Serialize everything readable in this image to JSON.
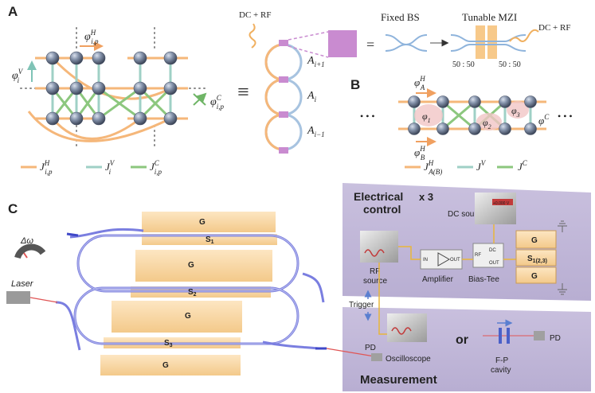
{
  "panels": {
    "A": "A",
    "B": "B",
    "C": "C"
  },
  "panel_a": {
    "phi_h": "φ",
    "phi_h_sup": "H",
    "phi_h_sub": "i,p",
    "phi_v": "φ",
    "phi_v_sup": "V",
    "phi_v_sub": "i",
    "phi_c": "φ",
    "phi_c_sup": "C",
    "phi_c_sub": "i,p",
    "equiv": "≡",
    "dc_rf_left": "DC + RF",
    "a_top": "A",
    "a_top_sub": "i+1",
    "a_mid": "A",
    "a_mid_sub": "i",
    "a_bot": "A",
    "a_bot_sub": "i−1",
    "equals": "=",
    "fixed_bs": "Fixed BS",
    "tunable_mzi": "Tunable MZI",
    "dc_rf_right": "DC + RF",
    "ratio_left": "50 : 50",
    "ratio_right": "50 : 50",
    "legend": [
      {
        "sym": "J",
        "sup": "H",
        "sub": "i,p",
        "color": "#f5b77a"
      },
      {
        "sym": "J",
        "sup": "V",
        "sub": "i",
        "color": "#9fd0c6"
      },
      {
        "sym": "J",
        "sup": "C",
        "sub": "i,p",
        "color": "#8cc77e"
      }
    ]
  },
  "panel_b": {
    "phi_a": "φ",
    "phi_a_sup": "H",
    "phi_a_sub": "A",
    "phi_b": "φ",
    "phi_b_sup": "H",
    "phi_b_sub": "B",
    "phi1": "φ",
    "phi1_sub": "1",
    "phi2": "φ",
    "phi2_sub": "2",
    "phi3": "φ",
    "phi3_sub": "3",
    "phi_c": "φ",
    "phi_c_sup": "C",
    "dots": "• • •",
    "legend": [
      {
        "sym": "J",
        "sup": "H",
        "sub": "A(B)",
        "color": "#f5b77a"
      },
      {
        "sym": "J",
        "sup": "V",
        "sub": "",
        "color": "#9fd0c6"
      },
      {
        "sym": "J",
        "sup": "C",
        "sub": "",
        "color": "#8cc77e"
      }
    ]
  },
  "panel_c": {
    "electrical_title": "Electrical",
    "control": "control",
    "x3": "x 3",
    "dc_source": "DC source",
    "dc_display": "+0.000 V",
    "rf_source": "RF",
    "rf_source2": "source",
    "amplifier": "Amplifier",
    "bias_tee": "Bias-Tee",
    "amp_in": "IN",
    "amp_out": "OUT",
    "bt_rf": "RF",
    "bt_dc": "DC",
    "bt_out": "OUT",
    "elec_g1": "G",
    "elec_s": "S",
    "elec_s_sub": "1(2,3)",
    "elec_g2": "G",
    "trigger": "Trigger",
    "measurement": "Measurement",
    "pd_left": "PD",
    "oscilloscope": "Oscilloscope",
    "or": "or",
    "fp1": "F-P",
    "fp2": "cavity",
    "pd_right": "PD",
    "laser": "Laser",
    "delta_omega": "Δω",
    "chip_labels": [
      {
        "text": "G"
      },
      {
        "text": "S",
        "sub": "1"
      },
      {
        "text": "G"
      },
      {
        "text": "S",
        "sub": "2"
      },
      {
        "text": "G"
      },
      {
        "text": "S",
        "sub": "3"
      },
      {
        "text": "G"
      }
    ]
  }
}
